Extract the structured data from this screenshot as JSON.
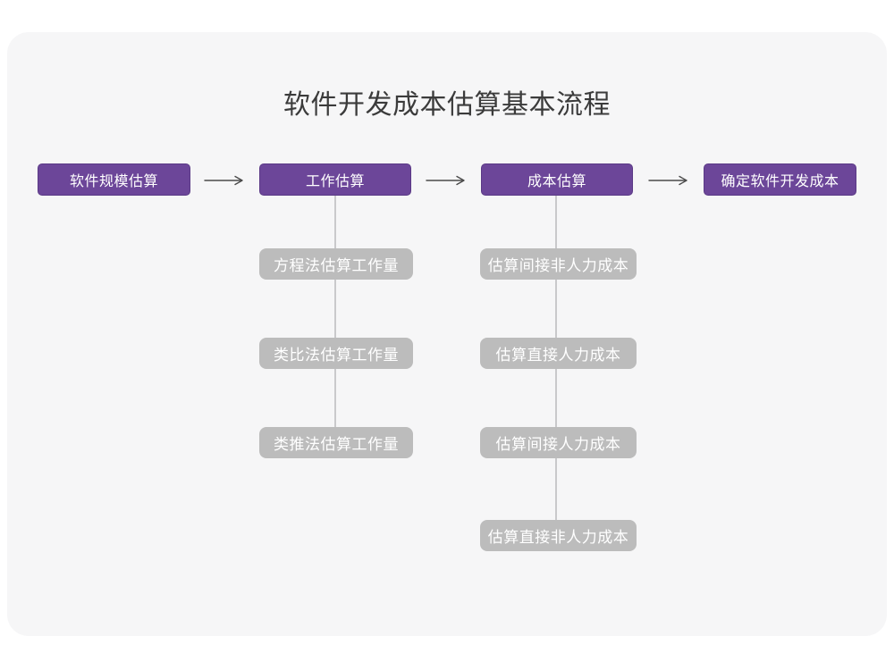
{
  "title": "软件开发成本估算基本流程",
  "colors": {
    "page_bg": "#FFFFFF",
    "card_bg": "#F6F6F7",
    "main_step_fill": "#6C4699",
    "main_step_border": "#5B3A86",
    "sub_step_fill": "#BCBCBC",
    "box_text": "#FFFFFF",
    "connector_line": "#C9C9CB",
    "arrow_stroke": "#4A4A4A",
    "title_text": "#3B3B3B"
  },
  "flow": {
    "main_steps": [
      {
        "label": "软件规模估算"
      },
      {
        "label": "工作估算"
      },
      {
        "label": "成本估算"
      },
      {
        "label": "确定软件开发成本"
      }
    ],
    "work_estimation_methods": [
      "方程法估算工作量",
      "类比法估算工作量",
      "类推法估算工作量"
    ],
    "cost_estimation_items": [
      "估算间接非人力成本",
      "估算直接人力成本",
      "估算间接人力成本",
      "估算直接非人力成本"
    ]
  }
}
